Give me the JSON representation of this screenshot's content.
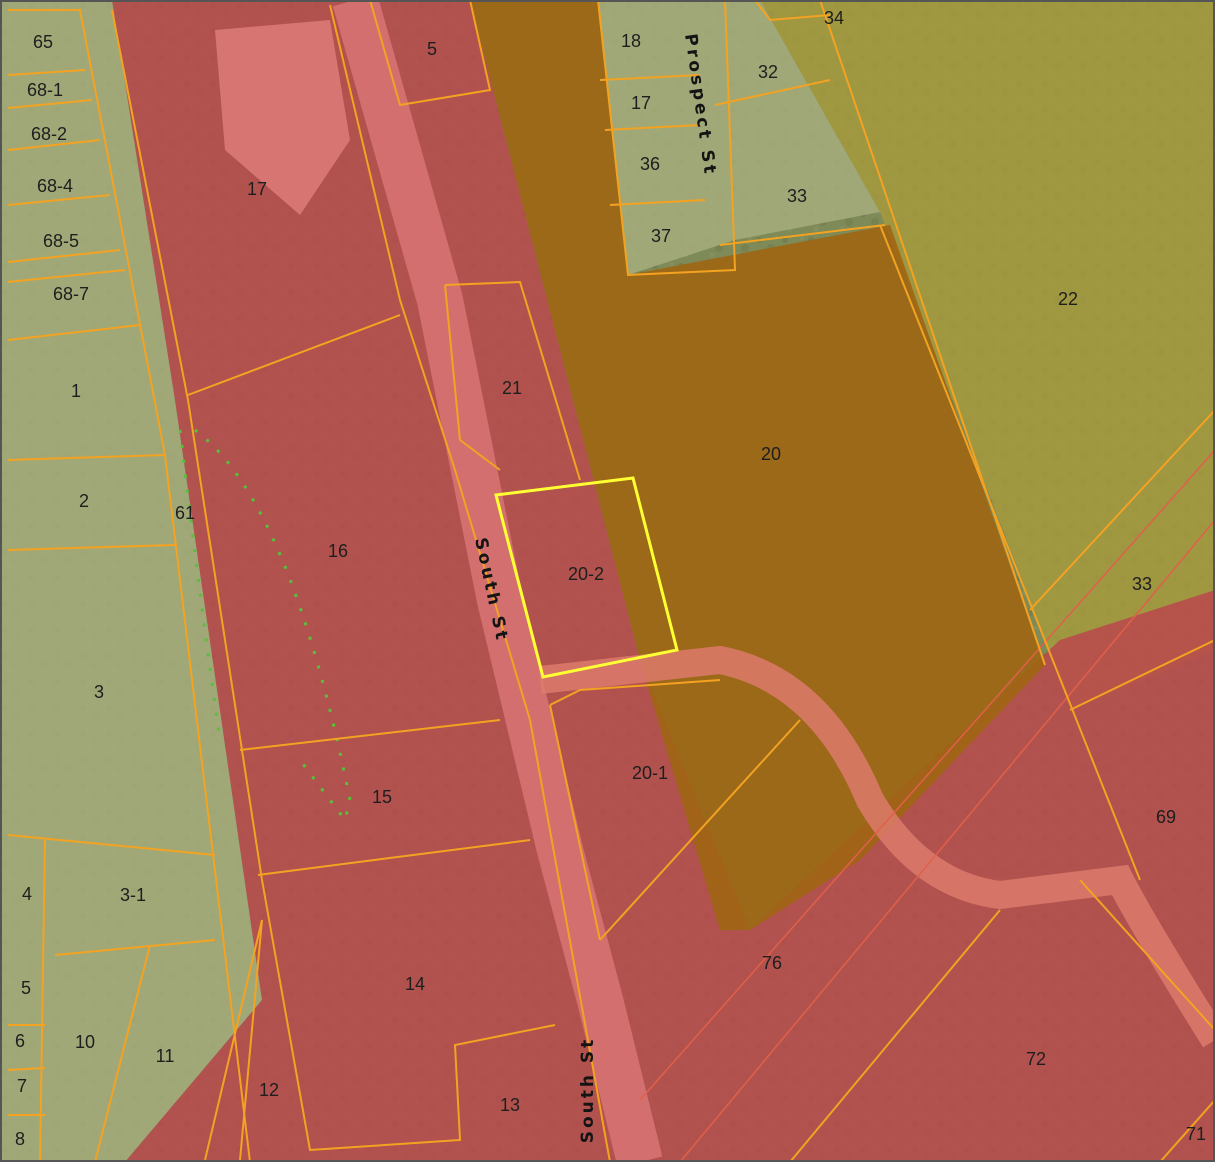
{
  "map": {
    "colors": {
      "imagery_base": "#7e8a58",
      "imagery_light": "#a5ae7e",
      "zone_green": "#a7ad7d",
      "zone_olive": "#a79a3c",
      "zone_red": "#b84a4c",
      "zone_brown": "#a06513",
      "parcel_line": "#f3a321",
      "selected_parcel": "#ffff33",
      "easement_line": "#e0604a",
      "trail": "#55c23a"
    },
    "streets": [
      {
        "name": "Prospect St"
      },
      {
        "name": "South St"
      },
      {
        "name": "South St"
      }
    ],
    "selected_parcel": "20-2",
    "parcels": [
      "65",
      "68-1",
      "68-2",
      "68-4",
      "68-5",
      "68-7",
      "1",
      "2",
      "3",
      "4",
      "3-1",
      "5",
      "6",
      "7",
      "8",
      "10",
      "11",
      "12",
      "61",
      "17",
      "5",
      "16",
      "15",
      "14",
      "13",
      "21",
      "20-2",
      "20-1",
      "18",
      "17",
      "36",
      "37",
      "32",
      "33",
      "34",
      "22",
      "20",
      "33",
      "69",
      "76",
      "72",
      "71"
    ]
  }
}
